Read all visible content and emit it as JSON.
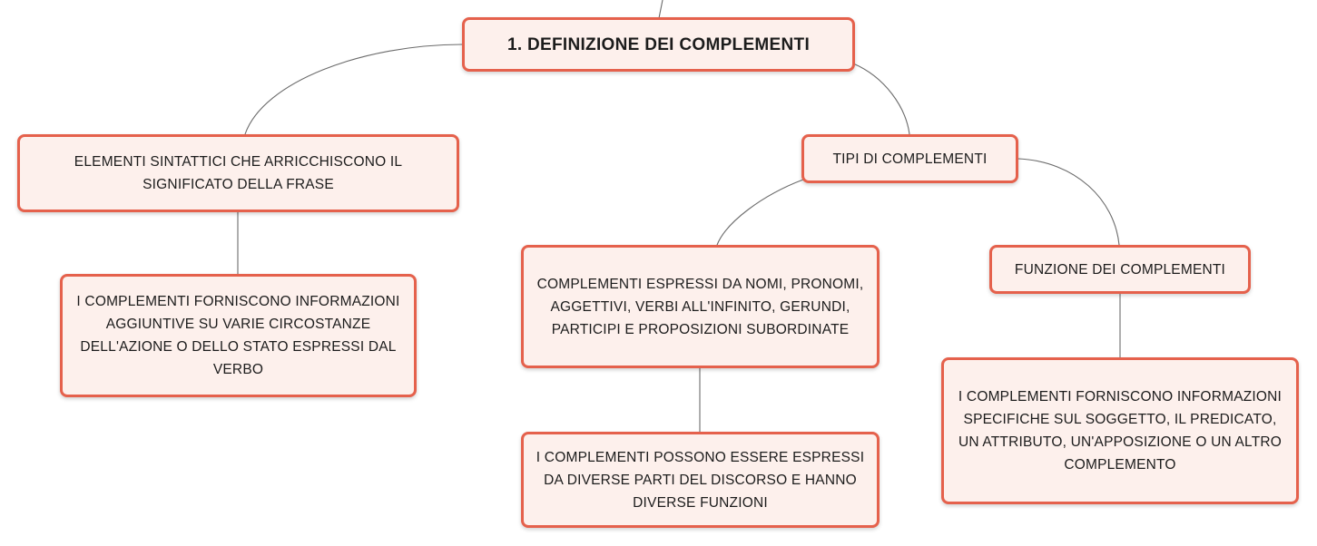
{
  "map": {
    "root": {
      "label": "1. DEFINIZIONE DEI COMPLEMENTI"
    },
    "elementi": {
      "label": "ELEMENTI SINTATTICI CHE ARRICCHISCONO IL SIGNIFICATO DELLA FRASE"
    },
    "informazioni": {
      "label": "I COMPLEMENTI FORNISCONO INFORMAZIONI AGGIUNTIVE SU VARIE CIRCOSTANZE DELL'AZIONE O DELLO STATO ESPRESSI DAL VERBO"
    },
    "tipi": {
      "label": "TIPI DI COMPLEMENTI"
    },
    "espressi": {
      "label": "COMPLEMENTI ESPRESSI DA NOMI, PRONOMI, AGGETTIVI, VERBI ALL'INFINITO, GERUNDI, PARTICIPI E PROPOSIZIONI SUBORDINATE"
    },
    "parti": {
      "label": "I COMPLEMENTI POSSONO ESSERE ESPRESSI DA DIVERSE PARTI DEL DISCORSO E HANNO DIVERSE FUNZIONI"
    },
    "funzione": {
      "label": "FUNZIONE DEI COMPLEMENTI"
    },
    "specifiche": {
      "label": "I COMPLEMENTI FORNISCONO INFORMAZIONI SPECIFICHE SUL SOGGETTO, IL PREDICATO, UN ATTRIBUTO, UN'APPOSIZIONE O UN ALTRO COMPLEMENTO"
    }
  },
  "colors": {
    "node_border": "#e5614c",
    "node_fill": "#fdf0ec",
    "connector": "#6b6b6b"
  }
}
